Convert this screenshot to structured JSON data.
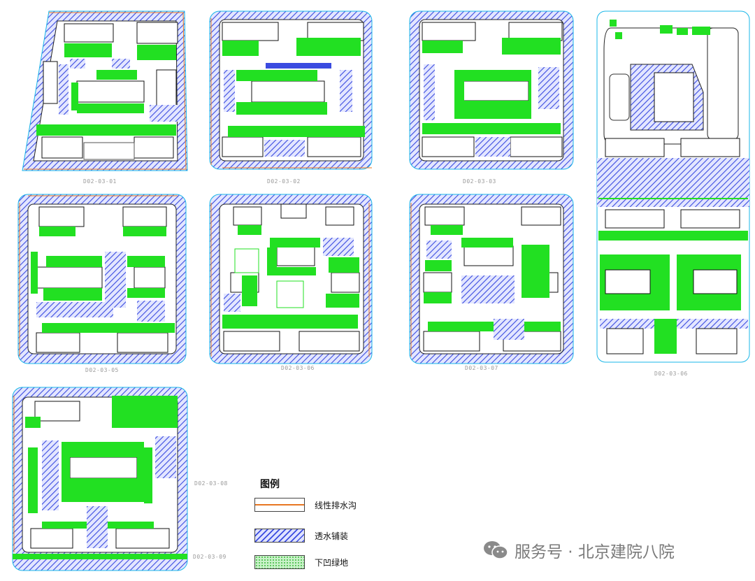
{
  "plots": [
    {
      "id": "D02-03-01"
    },
    {
      "id": "D02-03-02"
    },
    {
      "id": "D02-03-03"
    },
    {
      "id": "D02-03-08"
    },
    {
      "id": "D02-03-05"
    },
    {
      "id": "D02-03-06"
    },
    {
      "id": "D02-03-07"
    },
    {
      "id": "D02-03-06"
    },
    {
      "id": "D02-03-08"
    },
    {
      "id": "D02-03-09"
    }
  ],
  "legend": {
    "title": "图例",
    "items": [
      {
        "label": "线性排水沟"
      },
      {
        "label": "透水铺装"
      },
      {
        "label": "下凹绿地"
      }
    ]
  },
  "watermark": {
    "text": "服务号 · 北京建院八院"
  },
  "colors": {
    "drain_line": "#e87722",
    "permeable_paving": "#3a4be0",
    "sunken_green": "#22e022",
    "building_outline": "#111111",
    "site_boundary": "#1ab7e8"
  },
  "icons": {
    "watermark_icon": "wechat-icon"
  }
}
